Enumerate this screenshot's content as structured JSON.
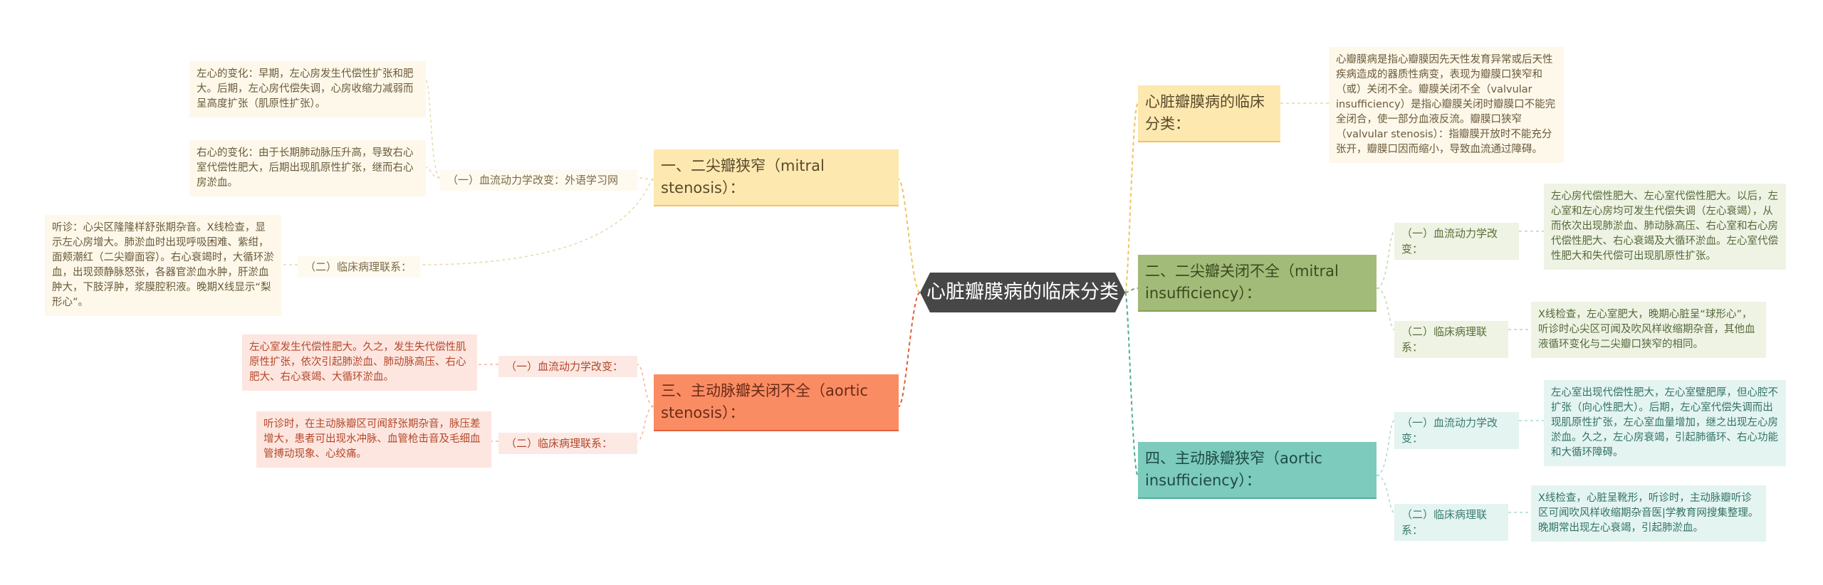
{
  "central": "心脏瓣膜病的临床分类",
  "right": {
    "intro_branch": "心脏瓣膜病的临床分类：",
    "intro_text": "心瓣膜病是指心瓣膜因先天性发育异常或后天性疾病造成的器质性病变，表现为瓣膜口狭窄和（或）关闭不全。瓣膜关闭不全（valvular insufficiency）是指心瓣膜关闭时瓣膜口不能完全闭合，使一部分血液反流。瓣膜口狭窄（valvular stenosis）：指瓣膜开放时不能充分张开，瓣膜口因而缩小，导致血流通过障碍。",
    "mi": {
      "title": "二、二尖瓣关闭不全（mitral insufficiency）：",
      "hemo_label": "（一）血流动力学改变：",
      "hemo_text": "左心房代偿性肥大、左心室代偿性肥大。以后，左心室和左心房均可发生代偿失调（左心衰竭），从而依次出现肺淤血、肺动脉高压、右心室和右心房代偿性肥大、右心衰竭及大循环淤血。左心室代偿性肥大和失代偿可出现肌原性扩张。",
      "clin_label": "（二）临床病理联系：",
      "clin_text": "X线检查，左心室肥大，晚期心脏呈“球形心”，听诊时心尖区可闻及吹风样收缩期杂音，其他血液循环变化与二尖瓣口狭窄的相同。"
    },
    "as": {
      "title": "四、主动脉瓣狭窄（aortic insufficiency）：",
      "hemo_label": "（一）血流动力学改变：",
      "hemo_text": "左心室出现代偿性肥大，左心室壁肥厚，但心腔不扩张（向心性肥大）。后期，左心室代偿失调而出现肌原性扩张，左心室血量增加，继之出现左心房淤血。久之，左心房衰竭，引起肺循环、右心功能和大循环障碍。",
      "clin_label": "（二）临床病理联系：",
      "clin_text": "X线检查，心脏呈靴形，听诊时，主动脉瓣听诊区可闻吹风样收缩期杂音医|学教育网搜集整理。晚期常出现左心衰竭，引起肺淤血。"
    }
  },
  "left": {
    "ms": {
      "title": "一、二尖瓣狭窄（mitral stenosis）：",
      "hemo_label": "（一）血流动力学改变：外语学习网",
      "left_change": "左心的变化：早期，左心房发生代偿性扩张和肥大。后期，左心房代偿失调，心房收缩力减弱而呈高度扩张（肌原性扩张）。",
      "right_change": "右心的变化：由于长期肺动脉压升高，导致右心室代偿性肥大，后期出现肌原性扩张，继而右心房淤血。",
      "clin_label": "（二）临床病理联系：",
      "clin_text": "听诊：心尖区隆隆样舒张期杂音。X线检查，显示左心房增大。肺淤血时出现呼吸困难、紫绀，面颊潮红（二尖瓣面容）。右心衰竭时，大循环淤血，出现颈静脉怒张，各器官淤血水肿，肝淤血肿大，下肢浮肿，浆膜腔积液。晚期X线显示“梨形心”。"
    },
    "ai": {
      "title": "三、主动脉瓣关闭不全（aortic stenosis）：",
      "hemo_label": "（一）血流动力学改变：",
      "hemo_text": "左心室发生代偿性肥大。久之，发生失代偿性肌原性扩张，依次引起肺淤血、肺动脉高压、右心肥大、右心衰竭、大循环淤血。",
      "clin_label": "（二）临床病理联系：",
      "clin_text": "听诊时，在主动脉瓣区可闻舒张期杂音，脉压差增大，患者可出现水冲脉、血管枪击音及毛细血管搏动现象、心绞痛。"
    }
  },
  "colors": {
    "central": "#474747",
    "yellow": "#fde8b0",
    "orange": "#fa8c64",
    "green": "#a3bb78",
    "teal": "#7ccbbc",
    "line_orange": "#f08a5d",
    "line_cream": "#e8d9a8"
  }
}
